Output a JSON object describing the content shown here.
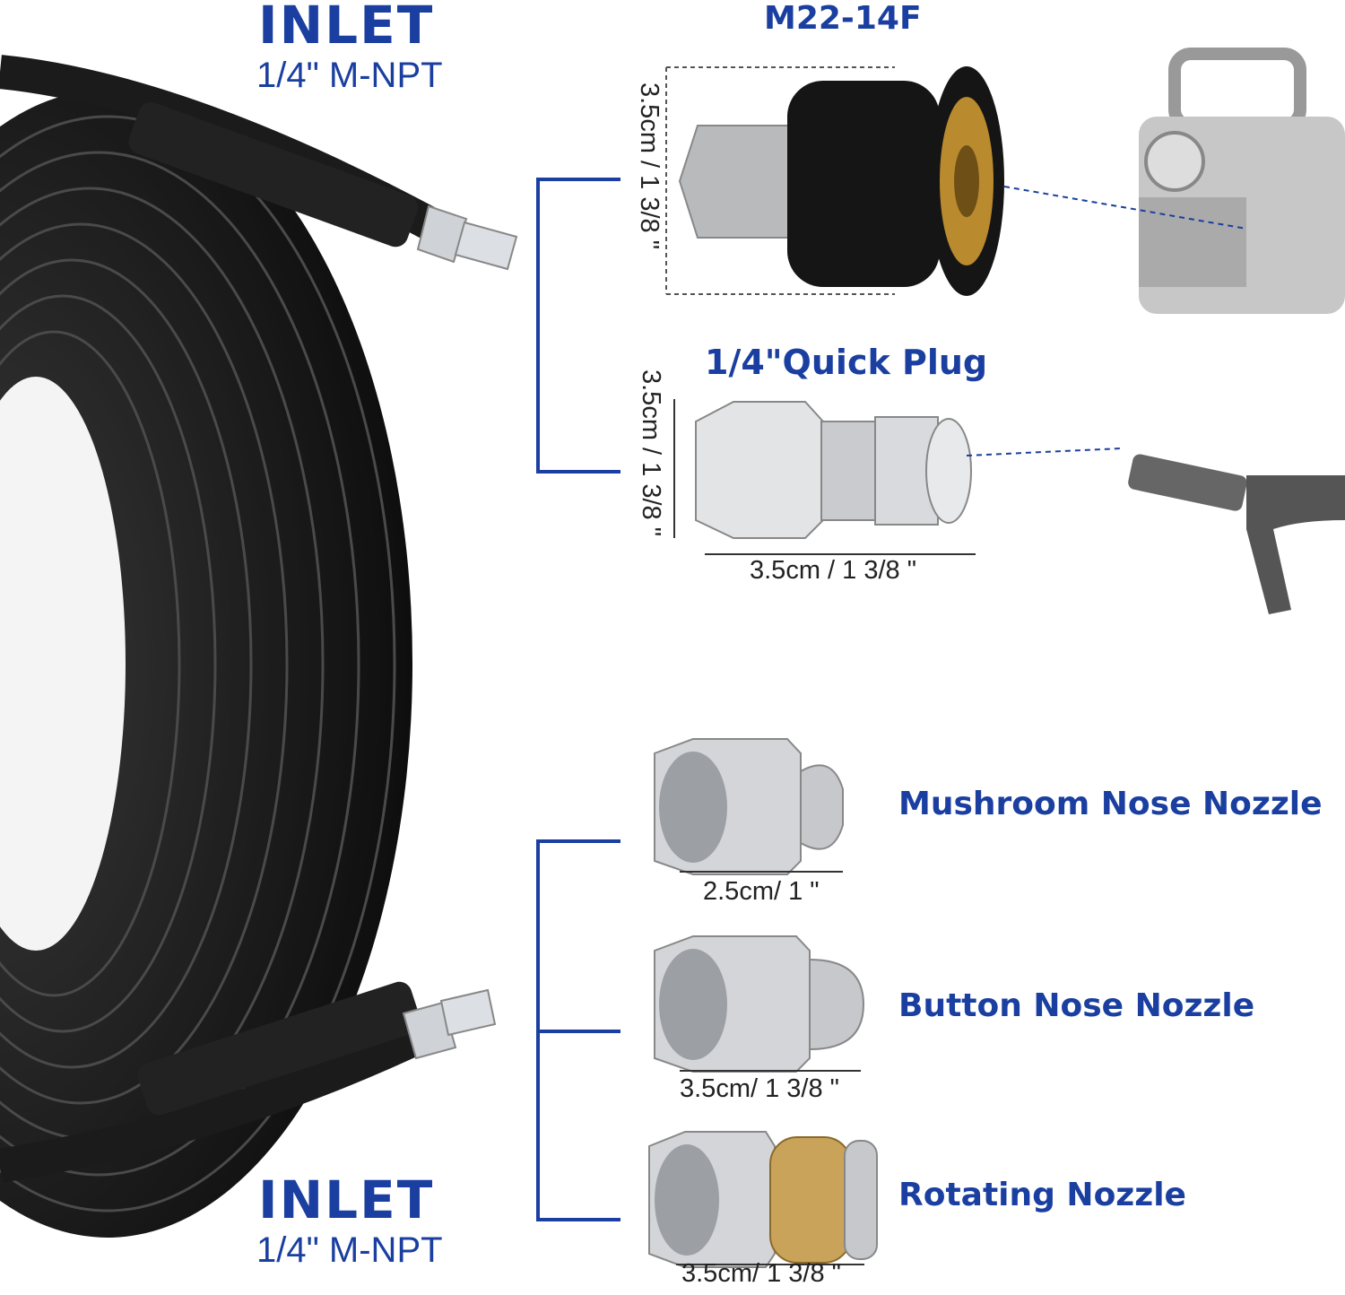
{
  "inlet_top": {
    "title": "INLET",
    "spec": "1/4\" M-NPT"
  },
  "inlet_bottom": {
    "title": "INLET",
    "spec": "1/4\" M-NPT"
  },
  "connectors": [
    {
      "name": "M22-14F",
      "height_dim": "3.5cm / 1 3/8 \""
    },
    {
      "name": "1/4\"Quick Plug",
      "height_dim": "3.5cm / 1 3/8 \"",
      "width_dim": "3.5cm / 1 3/8 \""
    }
  ],
  "nozzles": [
    {
      "name": "Mushroom Nose Nozzle",
      "dim": "2.5cm/ 1 \""
    },
    {
      "name": "Button Nose Nozzle",
      "dim": "3.5cm/ 1 3/8 \""
    },
    {
      "name": "Rotating Nozzle",
      "dim": "3.5cm/ 1 3/8 \""
    }
  ],
  "colors": {
    "accent": "#1a3fa0",
    "hose": "#1b1b1b"
  }
}
